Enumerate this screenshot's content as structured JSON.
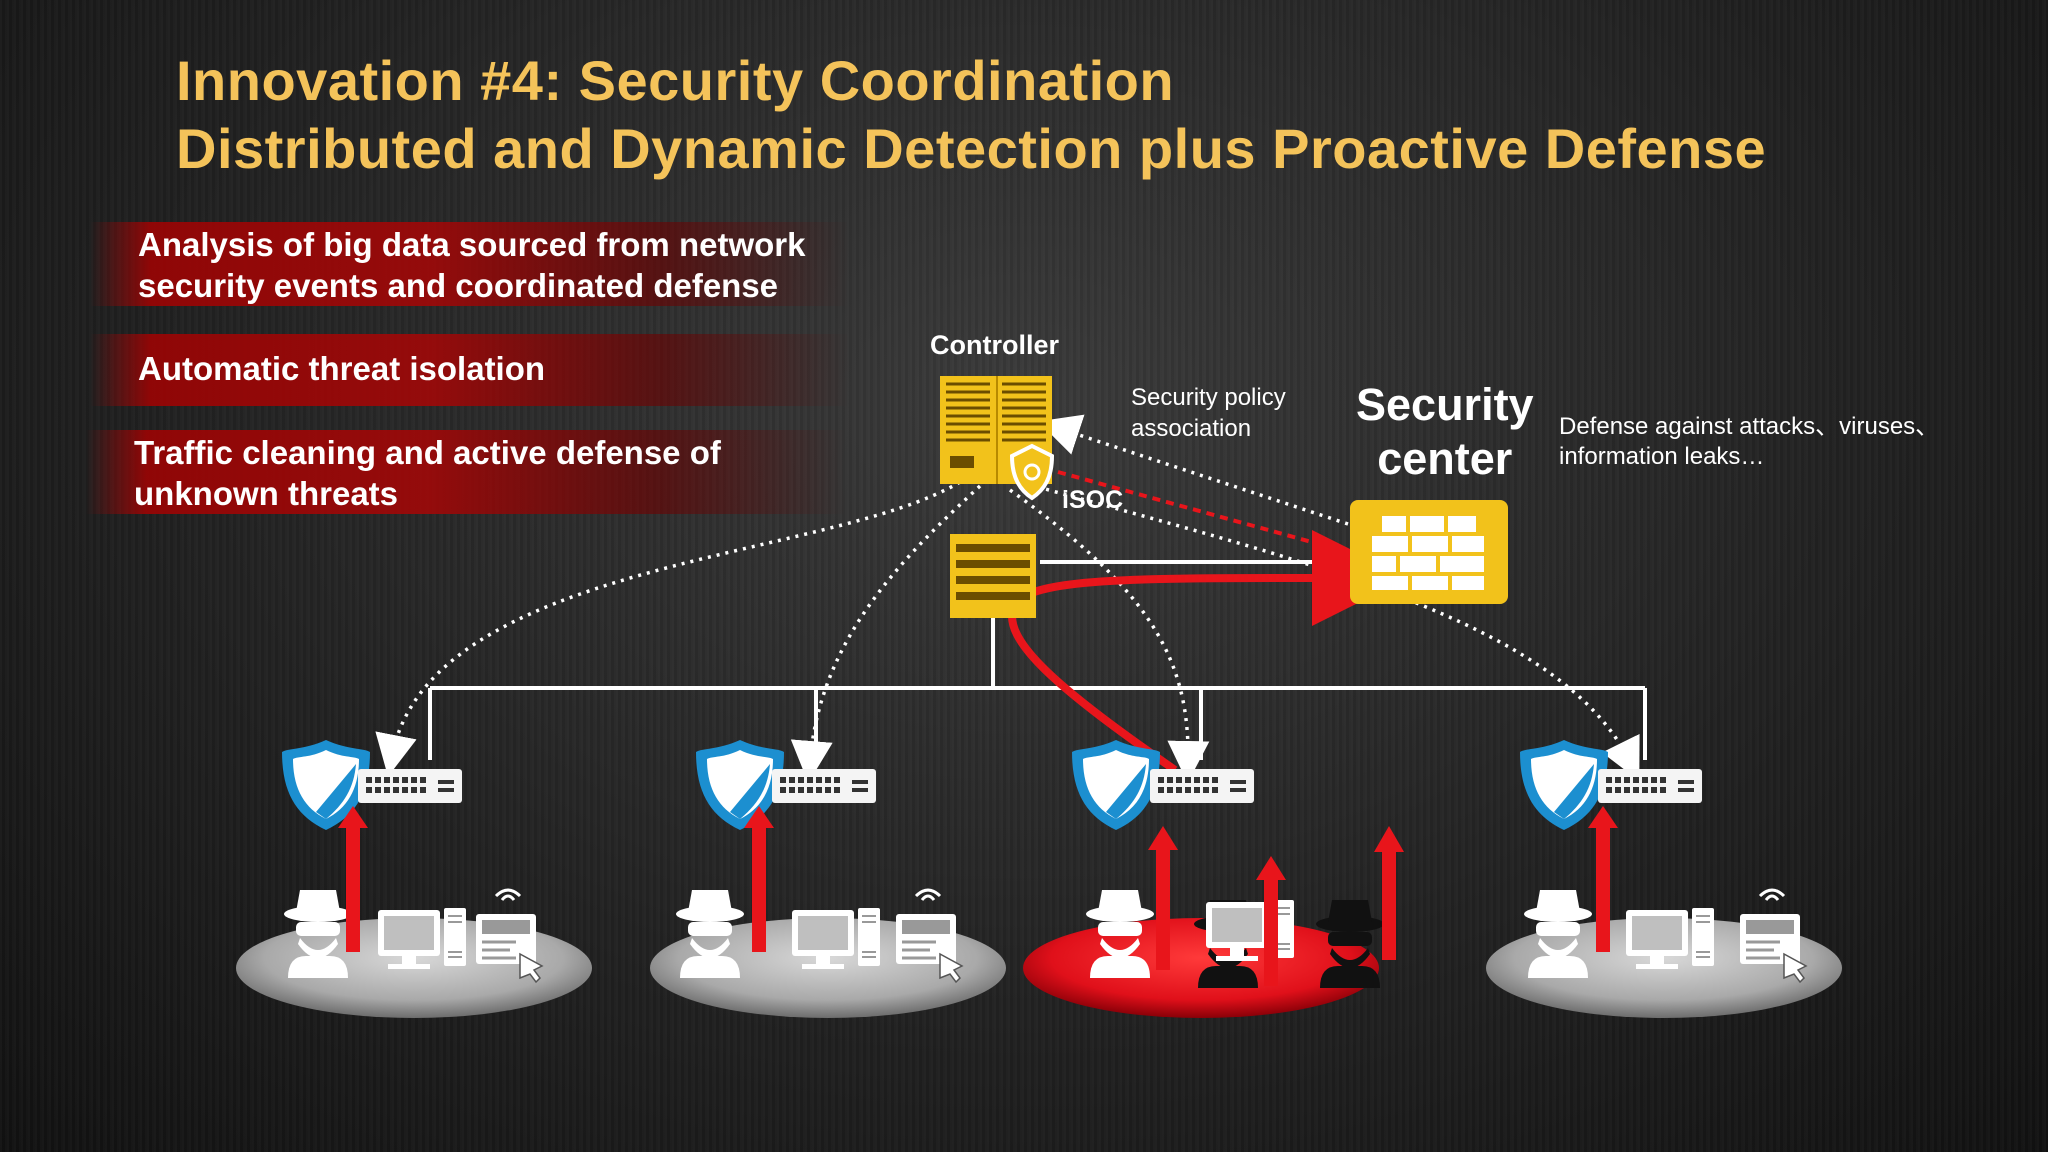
{
  "title_line1": "Innovation #4: Security Coordination",
  "title_line2": "Distributed and Dynamic Detection plus Proactive Defense",
  "bullets": [
    {
      "line1": "Analysis of big data sourced from network",
      "line2": "security events and coordinated defense"
    },
    {
      "line1": "Automatic threat isolation"
    },
    {
      "line1": "Traffic cleaning and active defense of",
      "line2": "unknown threats"
    }
  ],
  "diagram": {
    "controller": "Controller",
    "isoc": "iSOC",
    "policy_line1": "Security policy",
    "policy_line2": "association",
    "security_center_line1": "Security",
    "security_center_line2": "center",
    "defense_line1": "Defense against attacks、viruses、",
    "defense_line2": "information leaks…"
  },
  "colors": {
    "title": "#f4c35a",
    "accent_red": "#e8151b",
    "device_yellow": "#f2c21b",
    "shield_blue": "#1c8fd0"
  },
  "icons": [
    "server-rack-icon",
    "switch-icon",
    "firewall-icon",
    "shield-icon",
    "hacker-icon",
    "pc-icon",
    "terminal-icon"
  ]
}
